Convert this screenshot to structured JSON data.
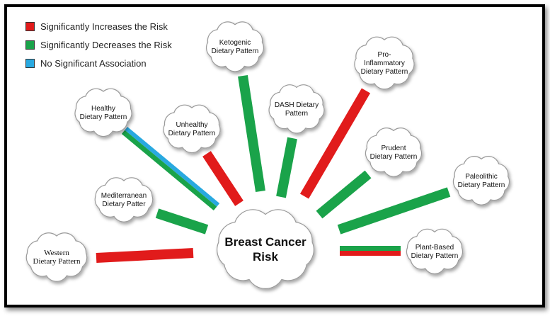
{
  "colors": {
    "increase": "#e11b1b",
    "decrease": "#1aa34a",
    "none": "#29a9e0",
    "cloud_fill": "#ffffff",
    "cloud_stroke": "#9a9a9a"
  },
  "legend": [
    {
      "label": "Significantly Increases the Risk",
      "color": "#e11b1b"
    },
    {
      "label": "Significantly Decreases the Risk",
      "color": "#1aa34a"
    },
    {
      "label": "No Significant Association",
      "color": "#29a9e0"
    }
  ],
  "center": {
    "lines": [
      "Breast Cancer",
      "Risk"
    ]
  },
  "patterns": [
    {
      "key": "western",
      "lines": [
        "Western",
        "Dietary Pattern"
      ],
      "effect": "increase"
    },
    {
      "key": "mediterranean",
      "lines": [
        "Mediterranean",
        "Dietary Patter"
      ],
      "effect": "decrease"
    },
    {
      "key": "healthy",
      "lines": [
        "Healthy",
        "Dietary Pattern"
      ],
      "effect": "decrease-none"
    },
    {
      "key": "unhealthy",
      "lines": [
        "Unhealthy",
        "Dietary Pattern"
      ],
      "effect": "increase"
    },
    {
      "key": "ketogenic",
      "lines": [
        "Ketogenic",
        "Dietary Pattern"
      ],
      "effect": "decrease"
    },
    {
      "key": "dash",
      "lines": [
        "DASH Dietary",
        "Pattern"
      ],
      "effect": "decrease"
    },
    {
      "key": "pro-inflammatory",
      "lines": [
        "Pro-",
        "Inflammatory",
        "Dietary Pattern"
      ],
      "effect": "increase"
    },
    {
      "key": "prudent",
      "lines": [
        "Prudent",
        "Dietary Pattern"
      ],
      "effect": "decrease"
    },
    {
      "key": "paleolithic",
      "lines": [
        "Paleolithic",
        "Dietary Pattern"
      ],
      "effect": "decrease"
    },
    {
      "key": "plant-based",
      "lines": [
        "Plant-Based",
        "Dietary Pattern"
      ],
      "effect": "decrease-increase"
    }
  ]
}
